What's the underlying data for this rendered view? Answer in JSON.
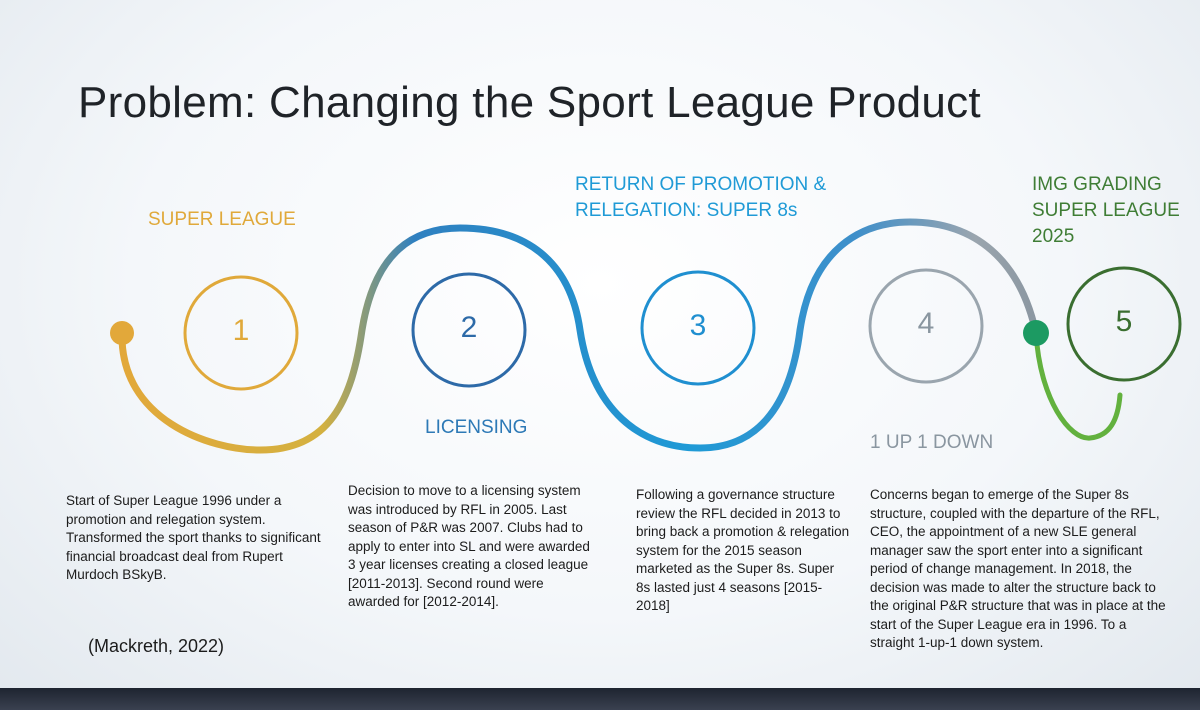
{
  "slide": {
    "title": "Problem: Changing the Sport League Product",
    "citation": "(Mackreth, 2022)"
  },
  "stages": [
    {
      "number": "1",
      "label": "SUPER LEAGUE",
      "color": "#e0a93a",
      "description": "Start of Super League 1996 under a promotion and relegation system.  Transformed the sport thanks to significant financial broadcast deal from Rupert Murdoch BSkyB."
    },
    {
      "number": "2",
      "label": "LICENSING",
      "color": "#2d79b6",
      "description": "Decision to move to a licensing system was introduced by RFL in 2005. Last season of P&R was 2007. Clubs had to apply to enter into SL and were awarded 3 year licenses creating a closed league  [2011-2013]. Second round were awarded for [2012-2014]."
    },
    {
      "number": "3",
      "label": "RETURN OF PROMOTION & RELEGATION: SUPER 8s",
      "color": "#1f9ad6",
      "description": "Following a governance structure review the RFL decided in 2013 to bring back a promotion & relegation system for the 2015 season marketed as the Super 8s. Super 8s lasted just 4 seasons [2015-2018]"
    },
    {
      "number": "4",
      "label": "1 UP 1 DOWN",
      "color": "#8a96a0",
      "description": "Concerns began to emerge of the Super 8s structure, coupled with the departure of the RFL, CEO, the appointment of a new SLE general manager saw  the sport enter into a significant period of change management.  In 2018, the decision was made to alter the structure back to the original P&R structure that was in place at the start of the Super League era in 1996. To a straight 1-up-1 down system."
    },
    {
      "number": "5",
      "label": "IMG GRADING SUPER LEAGUE 2025",
      "color": "#3f7d35",
      "description": ""
    }
  ],
  "stage_label_lines": {
    "s3": [
      "RETURN OF PROMOTION &",
      "RELEGATION: SUPER 8s"
    ],
    "s5": [
      "IMG GRADING",
      "SUPER LEAGUE",
      "2025"
    ]
  }
}
